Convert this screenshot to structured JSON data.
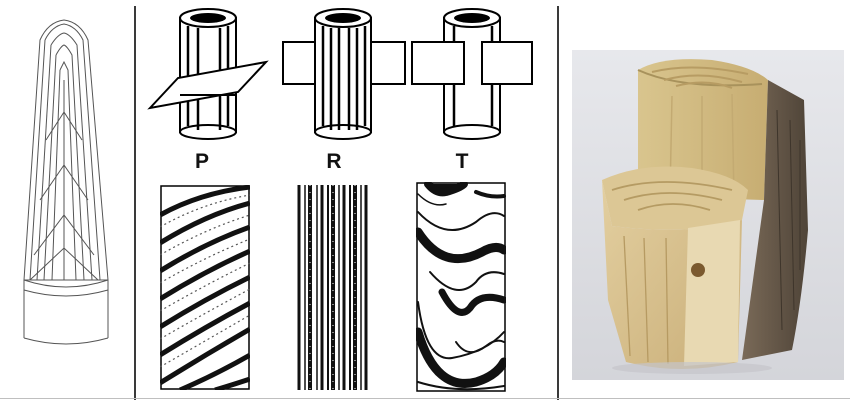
{
  "figure": {
    "planes": [
      {
        "key": "p",
        "label": "P"
      },
      {
        "key": "r",
        "label": "R"
      },
      {
        "key": "t",
        "label": "T"
      }
    ]
  }
}
